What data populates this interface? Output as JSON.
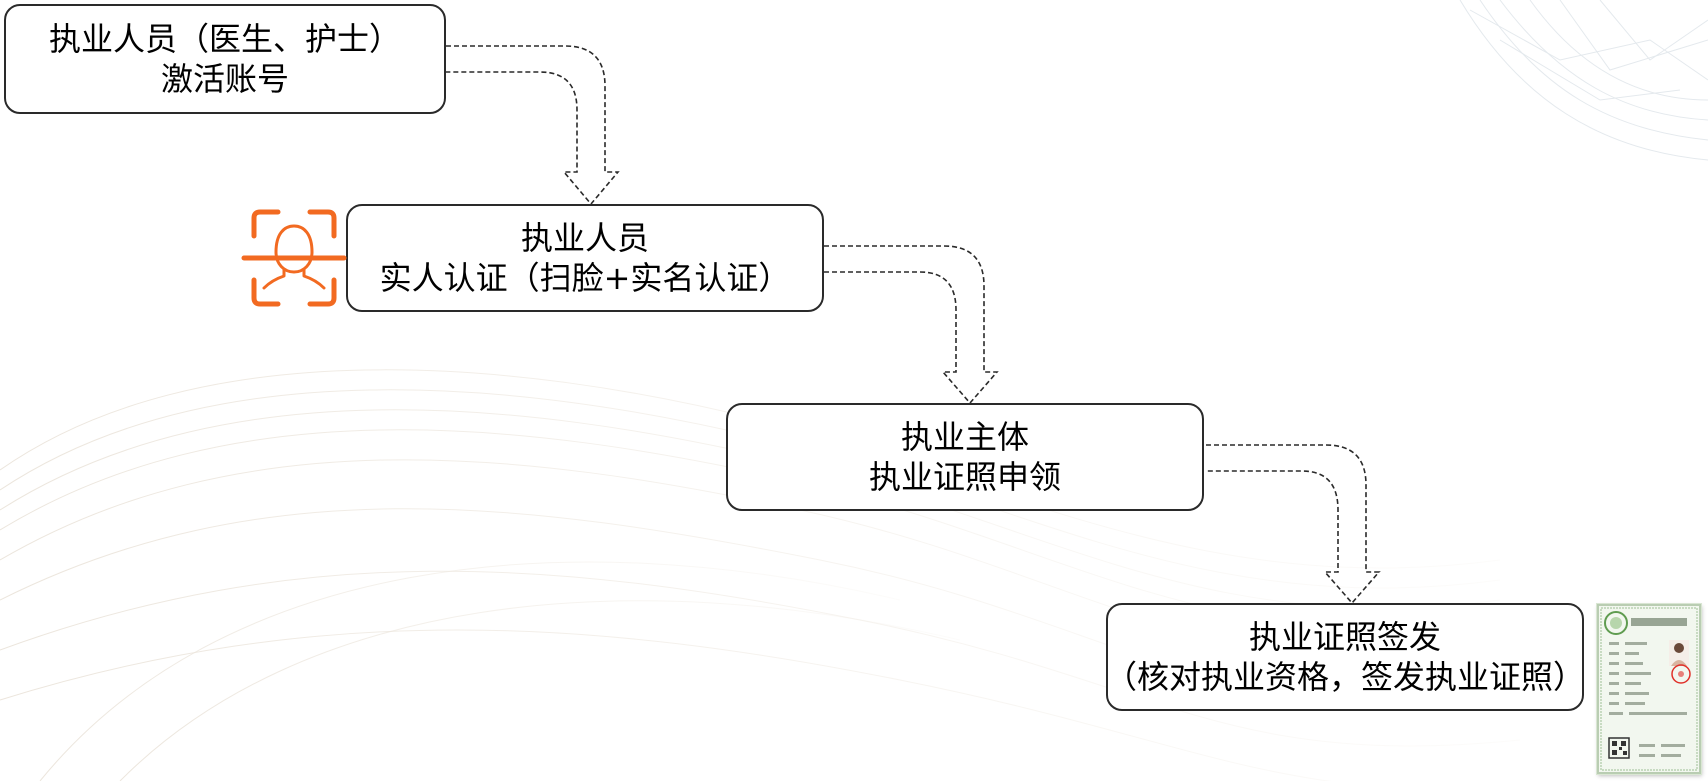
{
  "diagram": {
    "steps": [
      {
        "line1": "执业人员（医生、护士）",
        "line2": "激活账号"
      },
      {
        "line1": "执业人员",
        "line2": "实人认证（扫脸+实名认证）"
      },
      {
        "line1": "执业主体",
        "line2": "执业证照申领"
      },
      {
        "line1": "执业证照签发",
        "line2": "（核对执业资格，签发执业证照）"
      }
    ],
    "icons": {
      "face_scan": "face-scan-icon",
      "certificate": "certificate-thumbnail"
    },
    "colors": {
      "box_border": "#2a2a2a",
      "arrow_stroke": "#2a2a2a",
      "face_icon": "#f26a21",
      "certificate_seal": "#e0312a",
      "certificate_frame": "#5f9c50"
    }
  }
}
